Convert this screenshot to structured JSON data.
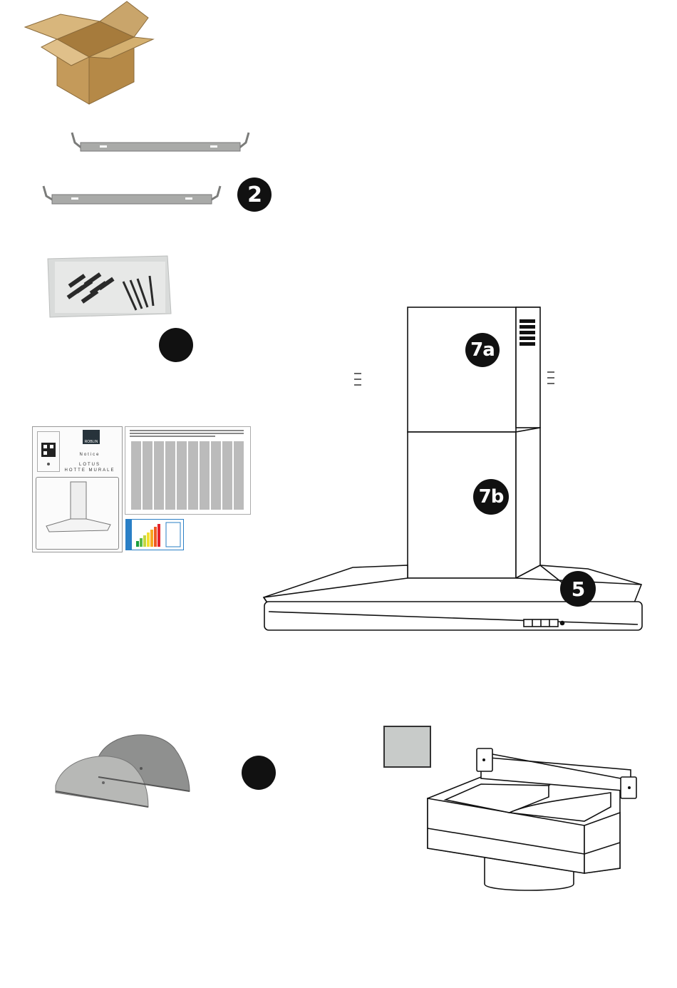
{
  "badges": {
    "brackets": "2",
    "fixings": "",
    "chimney_upper": "7a",
    "chimney_lower": "7b",
    "hood_body": "5",
    "half_discs": ""
  },
  "manual": {
    "brand": "ROBLIN",
    "title": "Notice",
    "model": "LOTUS",
    "subtitle": "HOTTE MURALE"
  },
  "colors": {
    "badge": "#111111",
    "cardboard": "#c9a56b",
    "steel": "#a9aaa8",
    "placeholder_square": "#c8cbc9"
  },
  "icons": [
    "cardboard-box-icon"
  ]
}
